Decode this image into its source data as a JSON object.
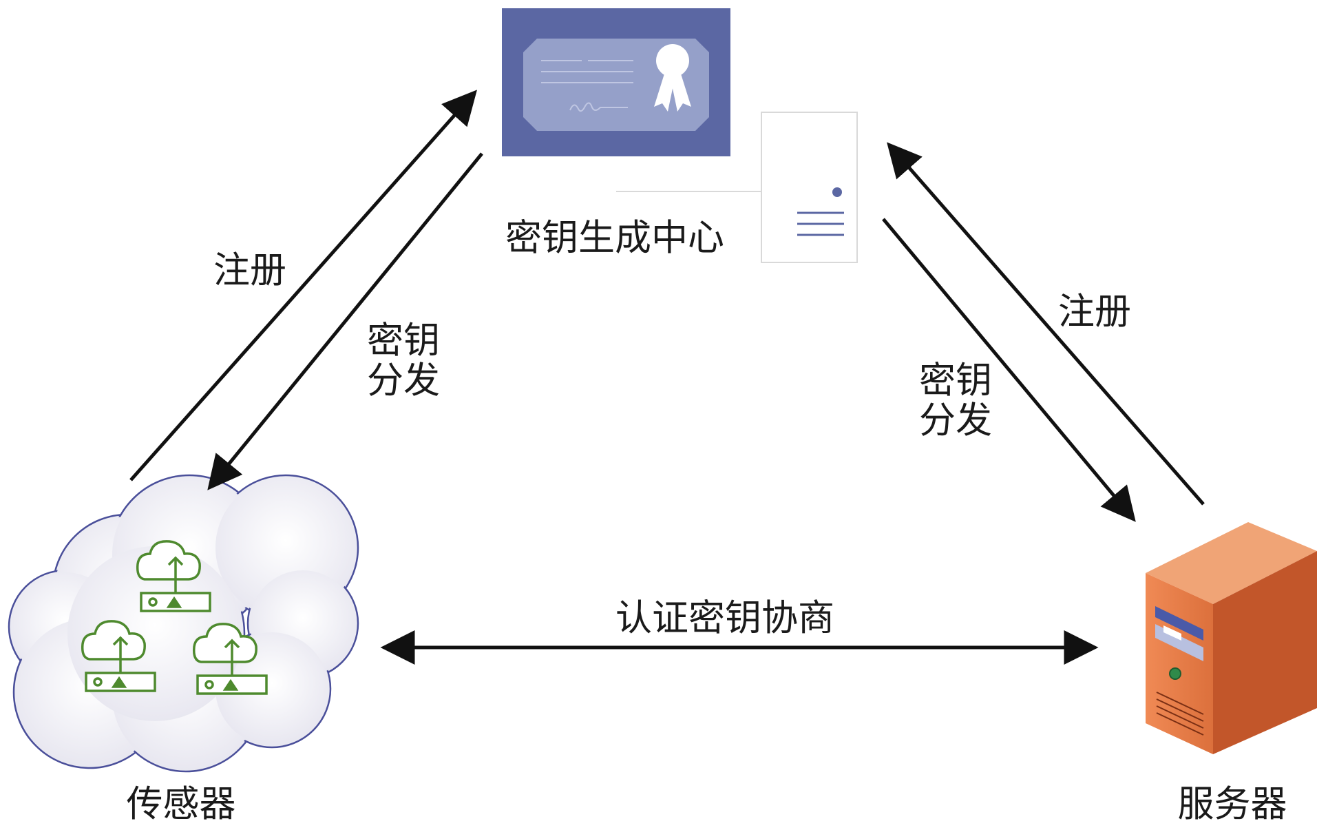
{
  "nodes": {
    "kgc": {
      "label": "密钥生成中心"
    },
    "sensor": {
      "label": "传感器"
    },
    "server": {
      "label": "服务器"
    }
  },
  "edges": {
    "sensor_register": {
      "label": "注册"
    },
    "sensor_key_dist": {
      "line1": "密钥",
      "line2": "分发"
    },
    "server_register": {
      "label": "注册"
    },
    "server_key_dist": {
      "line1": "密钥",
      "line2": "分发"
    },
    "auth": {
      "label": "认证密钥协商"
    }
  },
  "colors": {
    "certificate": "#5b67a3",
    "certificate_inner": "#95a0c9",
    "cloud_stroke": "#4a4f9a",
    "device": "#4e8a2e",
    "server_front": "#e07a46",
    "server_side": "#c2562a",
    "server_top": "#f0a476",
    "arrow": "#111111"
  }
}
